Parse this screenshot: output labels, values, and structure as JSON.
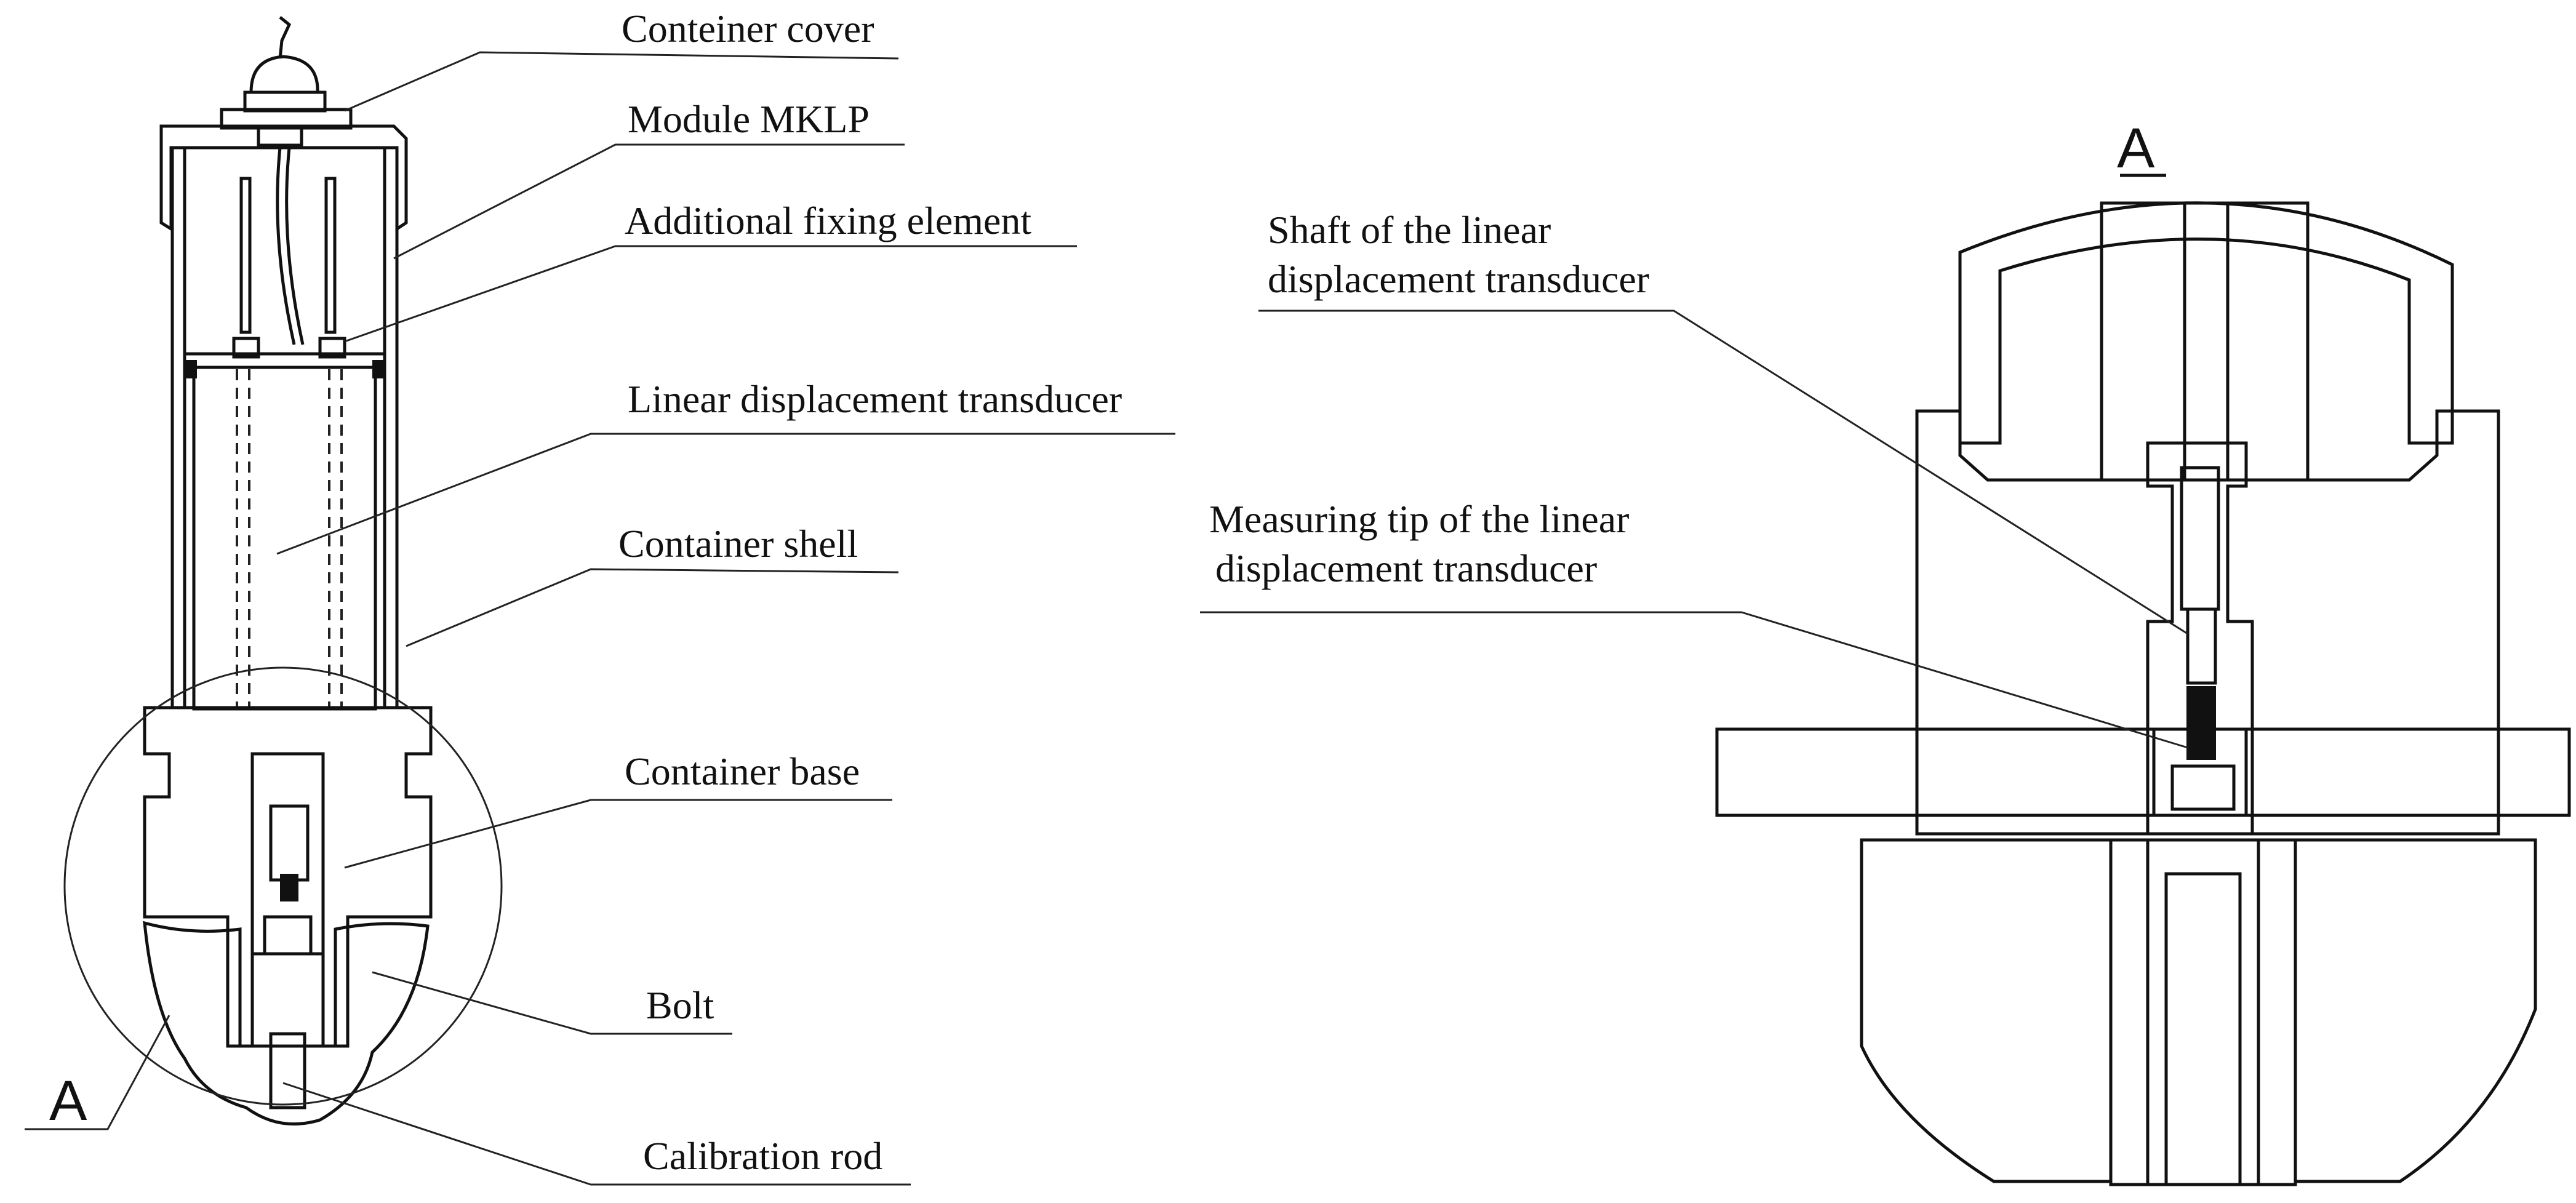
{
  "figure": {
    "labels": {
      "container_cover": "Conteiner cover",
      "module_mklp": "Module MKLP",
      "additional_fixing": "Additional fixing element",
      "linear_transducer": "Linear displacement transducer",
      "container_shell": "Container shell",
      "container_base": "Container base",
      "bolt": "Bolt",
      "calibration_rod": "Calibration rod",
      "detail_marker_left": "A"
    },
    "detail": {
      "title": "A",
      "shaft_line1": "Shaft of the linear",
      "shaft_line2": "displacement transducer",
      "tip_line1": "Measuring tip of the linear",
      "tip_line2": "displacement transducer"
    }
  }
}
